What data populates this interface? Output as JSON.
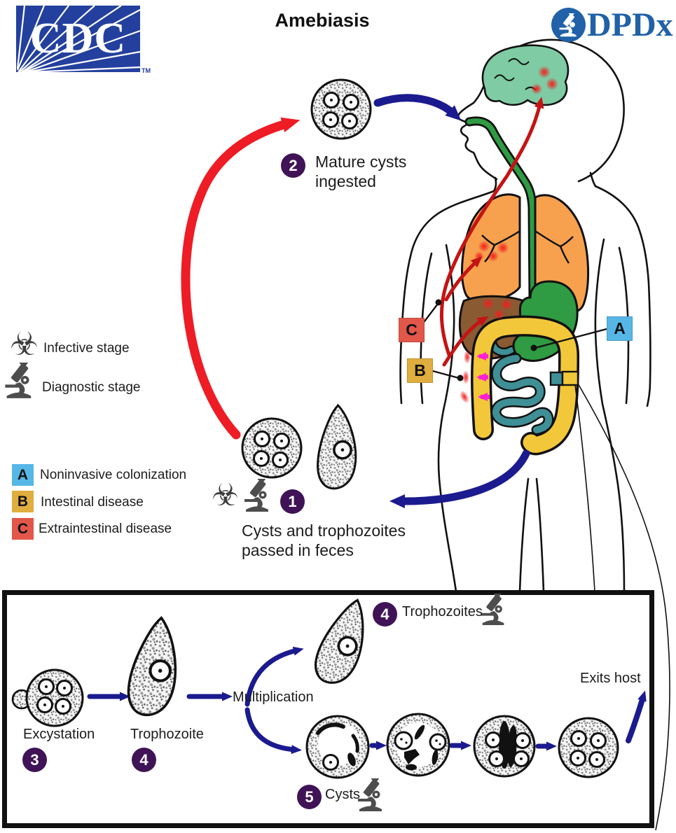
{
  "header": {
    "title": "Amebiasis",
    "cdc_logo_text": "CDC",
    "cdc_tm": "TM",
    "dpdx_logo_text": "DPDx"
  },
  "legend": {
    "infective_label": "Infective stage",
    "diagnostic_label": "Diagnostic stage",
    "markers": [
      {
        "key": "A",
        "text": "Noninvasive colonization",
        "color": "#56b7e6"
      },
      {
        "key": "B",
        "text": "Intestinal disease",
        "color": "#dfae3e"
      },
      {
        "key": "C",
        "text": "Extraintestinal disease",
        "color": "#e2574a"
      }
    ]
  },
  "stages": {
    "s1": {
      "number": "1",
      "line1": "Cysts and trophozoites",
      "line2": "passed in feces"
    },
    "s2": {
      "number": "2",
      "line1": "Mature cysts",
      "line2": "ingested"
    },
    "s3": {
      "number": "3",
      "label": "Excystation"
    },
    "s4_troph": {
      "number": "4",
      "label": "Trophozoite"
    },
    "s4_trophs": {
      "number": "4",
      "label": "Trophozoites"
    },
    "s5": {
      "number": "5",
      "label": "Cysts"
    }
  },
  "annotations": {
    "multiplication": "Multiplication",
    "exits_host": "Exits host"
  },
  "icons": {
    "biohazard_glyph": "☣"
  },
  "colors": {
    "red_arrow": "#ee1c25",
    "artery_red": "#c41414",
    "blue_arrow": "#1b1b8f",
    "stage_circle": "#3f1356",
    "brain": "#7ecba4",
    "lungs": "#f7a14e",
    "liver": "#8a5a33",
    "stomach": "#2f9b43",
    "large_intestine": "#f3c73a",
    "small_intestine": "#3f8f96",
    "invasion_arrow": "#ff1fd4",
    "marker_a": "#56b7e6",
    "marker_b": "#dfae3e",
    "marker_c": "#e2574a",
    "cdc_blue": "#24409e",
    "dpdx_blue": "#2061a8"
  }
}
